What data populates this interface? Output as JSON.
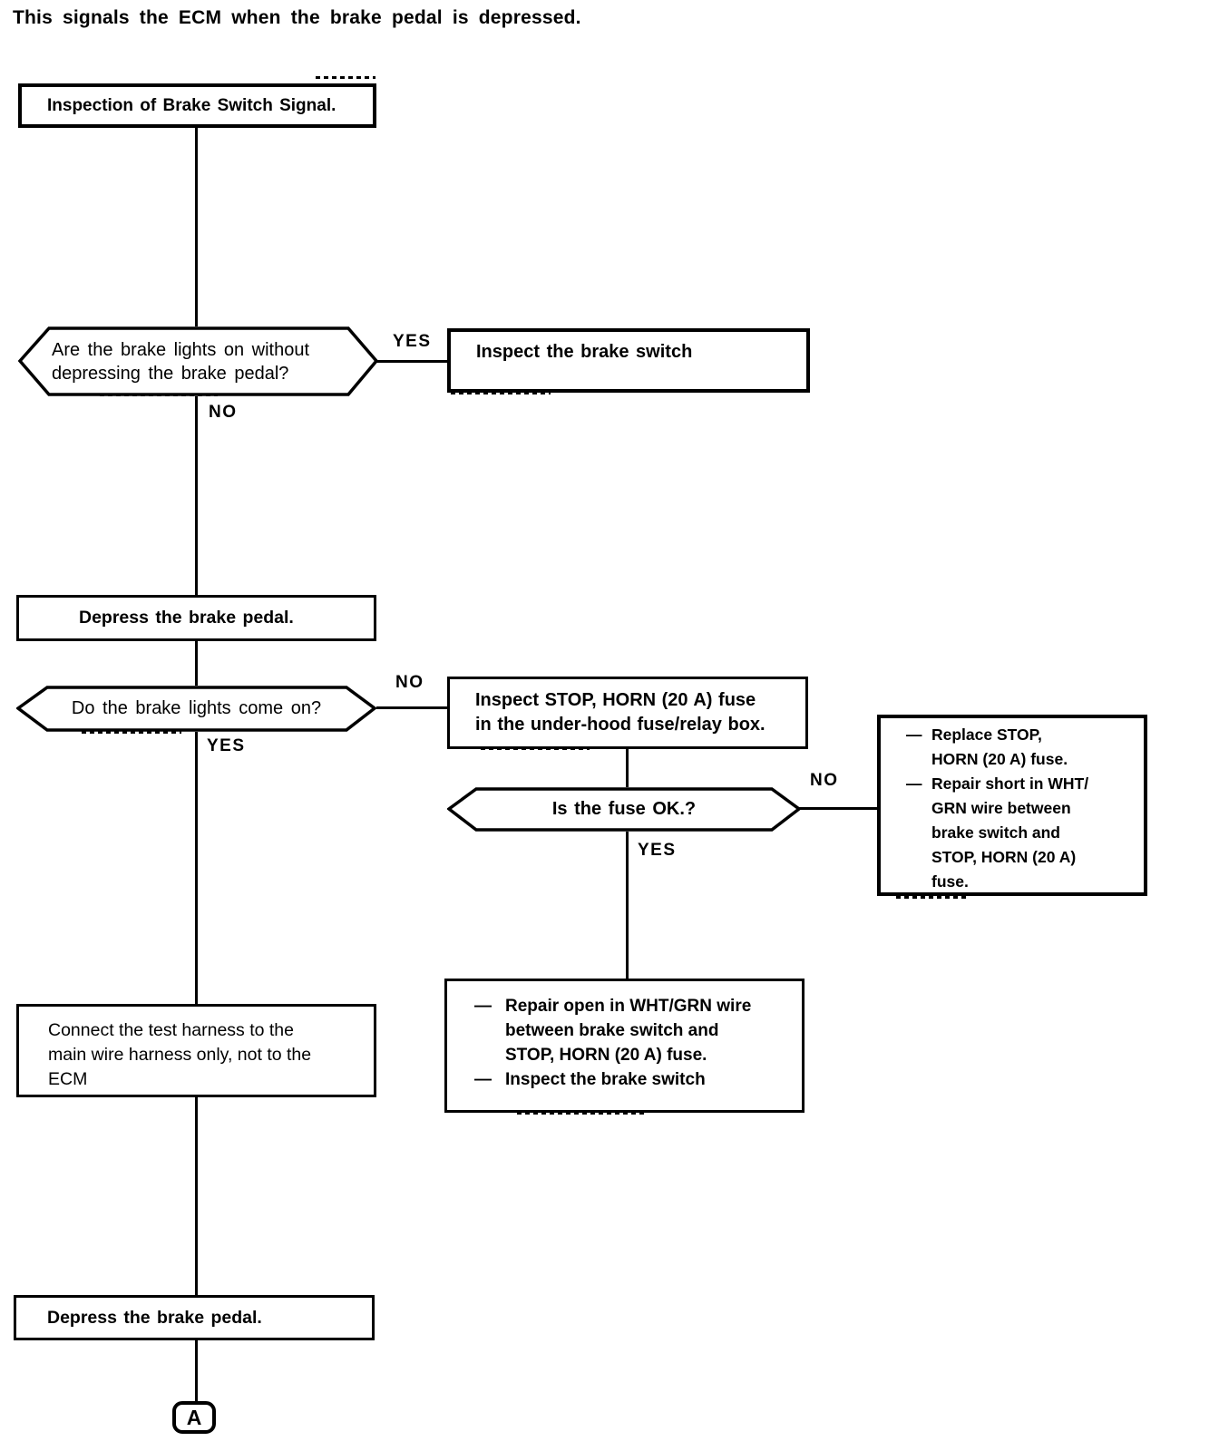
{
  "page": {
    "intro_text": "This signals the ECM when the brake pedal is depressed."
  },
  "labels": {
    "yes": "YES",
    "no": "NO"
  },
  "nodes": {
    "start": {
      "label": "Inspection of Brake Switch Signal."
    },
    "q_brake_lights_on": {
      "label": "Are the brake lights on without\ndepressing the brake pedal?"
    },
    "inspect_brake_switch": {
      "label": "Inspect the brake switch"
    },
    "depress_pedal_1": {
      "label": "Depress the brake pedal."
    },
    "q_brake_lights_come_on": {
      "label": "Do the brake lights come on?"
    },
    "inspect_fuse": {
      "label": "Inspect STOP, HORN (20 A) fuse\nin the under-hood fuse/relay box."
    },
    "q_fuse_ok": {
      "label": "Is the fuse OK.?"
    },
    "replace_fuse": {
      "dash": "—",
      "items": [
        {
          "text": "Replace STOP,\nHORN (20 A) fuse."
        },
        {
          "text": "Repair short in WHT/\nGRN wire between\nbrake switch and\nSTOP, HORN (20 A)\nfuse."
        }
      ]
    },
    "repair_open": {
      "dash": "—",
      "items": [
        {
          "text": "Repair open in WHT/GRN wire\nbetween brake switch and\nSTOP, HORN (20 A) fuse."
        },
        {
          "text": "Inspect the brake switch"
        }
      ]
    },
    "connect_test_harness": {
      "label": "Connect the test harness to the\nmain wire harness only, not to the\nECM"
    },
    "depress_pedal_2": {
      "label": "Depress the brake pedal."
    },
    "connector_a": {
      "label": "A"
    }
  }
}
